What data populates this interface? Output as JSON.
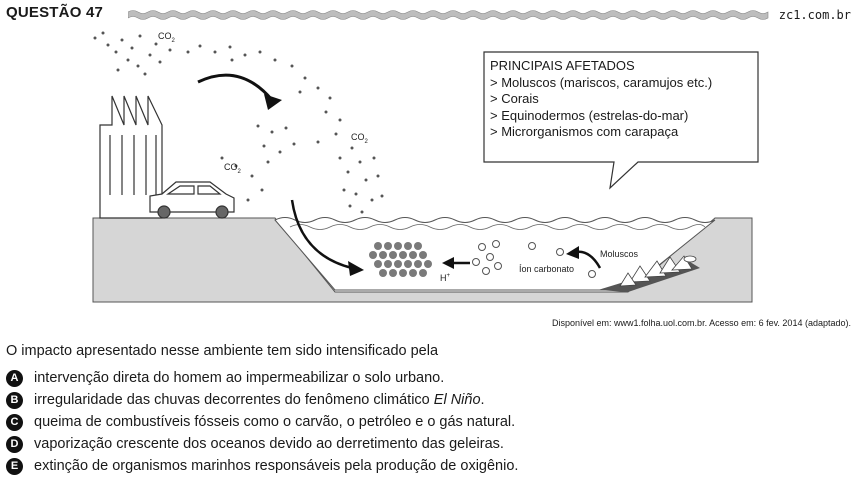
{
  "header": {
    "title": "QUESTÃO 47",
    "source_site": "zc1.com.br"
  },
  "figure": {
    "labels": {
      "co2": "CO",
      "co2_sub": "2",
      "h_plus": "H",
      "h_plus_sup": "+",
      "ion": "Íon carbonato",
      "mollusks": "Moluscos"
    },
    "callout": {
      "title": "PRINCIPAIS AFETADOS",
      "items": [
        "> Moluscos (mariscos, caramujos etc.)",
        "> Corais",
        "> Equinodermos (estrelas-do-mar)",
        "> Microrganismos com carapaça"
      ]
    },
    "credit": "Disponível em: www1.folha.uol.com.br. Acesso em: 6 fev. 2014 (adaptado)."
  },
  "question": {
    "stem": "O impacto apresentado nesse ambiente tem sido intensificado pela",
    "options": [
      {
        "letter": "A",
        "text": "intervenção direta do homem ao impermeabilizar o solo urbano."
      },
      {
        "letter": "B",
        "text": "irregularidade das chuvas decorrentes do fenômeno climático ",
        "emph": "El Niño",
        "tail": "."
      },
      {
        "letter": "C",
        "text": "queima de combustíveis fósseis como o carvão, o petróleo e o gás natural."
      },
      {
        "letter": "D",
        "text": "vaporização crescente dos oceanos devido ao derretimento das geleiras."
      },
      {
        "letter": "E",
        "text": "extinção de organismos marinhos responsáveis pela produção de oxigênio."
      }
    ]
  }
}
